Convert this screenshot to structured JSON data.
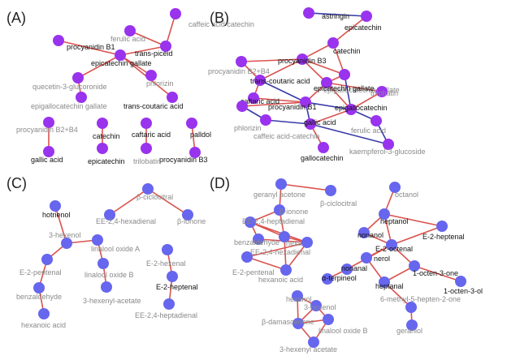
{
  "colors": {
    "purple_node": "#9933ee",
    "blue_node": "#6666ee",
    "red_edge": "#d9534f",
    "blue_edge": "#3a3aa8",
    "label_dark": "#111111",
    "label_gray": "#8a8a8a"
  },
  "panels": [
    {
      "label": "(A)",
      "node_color": "purple",
      "nodes": [
        {
          "id": "a1",
          "label": "caffeic acid catechin",
          "tone": "gray"
        },
        {
          "id": "a2",
          "label": "ferulic acid",
          "tone": "gray"
        },
        {
          "id": "a3",
          "label": "procyanidin B1",
          "tone": "dark"
        },
        {
          "id": "a4",
          "label": "trans-piceid",
          "tone": "dark"
        },
        {
          "id": "a5",
          "label": "epicatechin gallate",
          "tone": "dark"
        },
        {
          "id": "a6",
          "label": "quecetin-3-glucoronide",
          "tone": "gray"
        },
        {
          "id": "a7",
          "label": "phlorizin",
          "tone": "gray"
        },
        {
          "id": "a8",
          "label": "epigallocatechin gallate",
          "tone": "gray"
        },
        {
          "id": "a9",
          "label": "trans-coutaric acid",
          "tone": "dark"
        },
        {
          "id": "a10",
          "label": "procyanidin B2+B4",
          "tone": "gray"
        },
        {
          "id": "a11",
          "label": "gallic acid",
          "tone": "dark"
        },
        {
          "id": "a12",
          "label": "catechin",
          "tone": "dark"
        },
        {
          "id": "a13",
          "label": "epicatechin",
          "tone": "dark"
        },
        {
          "id": "a14",
          "label": "caftaric acid",
          "tone": "dark"
        },
        {
          "id": "a15",
          "label": "trilobatin",
          "tone": "gray"
        },
        {
          "id": "a16",
          "label": "palldol",
          "tone": "dark"
        },
        {
          "id": "a17",
          "label": "procyanidin B3",
          "tone": "dark"
        }
      ],
      "edges": [
        {
          "from": "a1",
          "to": "a4",
          "color": "red"
        },
        {
          "from": "a2",
          "to": "a4",
          "color": "red"
        },
        {
          "from": "a3",
          "to": "a5",
          "color": "red"
        },
        {
          "from": "a4",
          "to": "a5",
          "color": "red"
        },
        {
          "from": "a5",
          "to": "a6",
          "color": "red"
        },
        {
          "from": "a5",
          "to": "a7",
          "color": "red"
        },
        {
          "from": "a5",
          "to": "a9",
          "color": "red"
        },
        {
          "from": "a6",
          "to": "a8",
          "color": "red"
        },
        {
          "from": "a10",
          "to": "a11",
          "color": "red"
        },
        {
          "from": "a12",
          "to": "a13",
          "color": "red"
        },
        {
          "from": "a14",
          "to": "a15",
          "color": "red"
        },
        {
          "from": "a16",
          "to": "a17",
          "color": "red"
        }
      ]
    },
    {
      "label": "(B)",
      "node_color": "purple",
      "nodes": [
        {
          "id": "b1",
          "label": "astringin",
          "tone": "dark"
        },
        {
          "id": "b2",
          "label": "epicatechin",
          "tone": "dark"
        },
        {
          "id": "b3",
          "label": "catechin",
          "tone": "dark"
        },
        {
          "id": "b4",
          "label": "procyanidin B3",
          "tone": "dark"
        },
        {
          "id": "b5",
          "label": "procyanidin B2+B4",
          "tone": "gray"
        },
        {
          "id": "b6",
          "label": "epigallocatechin gallate",
          "tone": "gray"
        },
        {
          "id": "b7",
          "label": "trans-coutaric acid",
          "tone": "dark"
        },
        {
          "id": "b8",
          "label": "epicatechin gallate",
          "tone": "dark"
        },
        {
          "id": "b9",
          "label": "trilobatin",
          "tone": "gray"
        },
        {
          "id": "b10",
          "label": "caftaric acid",
          "tone": "dark"
        },
        {
          "id": "b11",
          "label": "procyanidin B1",
          "tone": "dark"
        },
        {
          "id": "b12",
          "label": "epigallocatechin",
          "tone": "dark"
        },
        {
          "id": "b13",
          "label": "phlorizin",
          "tone": "gray"
        },
        {
          "id": "b14",
          "label": "gallic acid",
          "tone": "dark"
        },
        {
          "id": "b15",
          "label": "ferulic acid",
          "tone": "gray"
        },
        {
          "id": "b16",
          "label": "caffeic acid-catechin",
          "tone": "gray"
        },
        {
          "id": "b17",
          "label": "kaempferol-3-glucoside",
          "tone": "gray"
        },
        {
          "id": "b18",
          "label": "gallocatechin",
          "tone": "dark"
        }
      ],
      "edges": [
        {
          "from": "b1",
          "to": "b2",
          "color": "blue"
        },
        {
          "from": "b2",
          "to": "b3",
          "color": "red"
        },
        {
          "from": "b3",
          "to": "b4",
          "color": "red"
        },
        {
          "from": "b3",
          "to": "b6",
          "color": "red"
        },
        {
          "from": "b4",
          "to": "b5",
          "color": "red"
        },
        {
          "from": "b4",
          "to": "b7",
          "color": "red"
        },
        {
          "from": "b4",
          "to": "b6",
          "color": "red"
        },
        {
          "from": "b4",
          "to": "b8",
          "color": "red"
        },
        {
          "from": "b5",
          "to": "b7",
          "color": "red"
        },
        {
          "from": "b7",
          "to": "b10",
          "color": "red"
        },
        {
          "from": "b7",
          "to": "b11",
          "color": "blue"
        },
        {
          "from": "b6",
          "to": "b8",
          "color": "red"
        },
        {
          "from": "b8",
          "to": "b11",
          "color": "red"
        },
        {
          "from": "b8",
          "to": "b12",
          "color": "red"
        },
        {
          "from": "b8",
          "to": "b9",
          "color": "red"
        },
        {
          "from": "b10",
          "to": "b11",
          "color": "red"
        },
        {
          "from": "b11",
          "to": "b14",
          "color": "blue"
        },
        {
          "from": "b11",
          "to": "b13",
          "color": "red"
        },
        {
          "from": "b11",
          "to": "b12",
          "color": "blue"
        },
        {
          "from": "b12",
          "to": "b15",
          "color": "blue"
        },
        {
          "from": "b12",
          "to": "b14",
          "color": "red"
        },
        {
          "from": "b13",
          "to": "b16",
          "color": "blue"
        },
        {
          "from": "b14",
          "to": "b16",
          "color": "blue"
        },
        {
          "from": "b14",
          "to": "b18",
          "color": "red"
        },
        {
          "from": "b14",
          "to": "b17",
          "color": "blue"
        },
        {
          "from": "b15",
          "to": "b17",
          "color": "blue"
        },
        {
          "from": "b9",
          "to": "b12",
          "color": "red"
        },
        {
          "from": "b6",
          "to": "b12",
          "color": "blue"
        }
      ]
    },
    {
      "label": "(C)",
      "node_color": "blue",
      "nodes": [
        {
          "id": "c1",
          "label": "hotrienol",
          "tone": "dark"
        },
        {
          "id": "c2",
          "label": "3-hexenol",
          "tone": "gray"
        },
        {
          "id": "c3",
          "label": "linalool oxide A",
          "tone": "gray"
        },
        {
          "id": "c4",
          "label": "E-2-pentenal",
          "tone": "gray"
        },
        {
          "id": "c5",
          "label": "linalool oxide B",
          "tone": "gray"
        },
        {
          "id": "c6",
          "label": "benzaldehyde",
          "tone": "gray"
        },
        {
          "id": "c7",
          "label": "3-hexenyl-acetate",
          "tone": "gray"
        },
        {
          "id": "c8",
          "label": "hexanoic acid",
          "tone": "gray"
        },
        {
          "id": "c9",
          "label": "β-ciclocitral",
          "tone": "gray"
        },
        {
          "id": "c10",
          "label": "EE-2,4-hexadienal",
          "tone": "gray"
        },
        {
          "id": "c11",
          "label": "β-ionone",
          "tone": "gray"
        },
        {
          "id": "c12",
          "label": "E-2-hexenal",
          "tone": "gray"
        },
        {
          "id": "c13",
          "label": "E-2-heptenal",
          "tone": "dark"
        },
        {
          "id": "c14",
          "label": "EE-2,4-heptadienal",
          "tone": "gray"
        }
      ],
      "edges": [
        {
          "from": "c1",
          "to": "c2",
          "color": "red"
        },
        {
          "from": "c2",
          "to": "c3",
          "color": "red"
        },
        {
          "from": "c2",
          "to": "c4",
          "color": "red"
        },
        {
          "from": "c3",
          "to": "c5",
          "color": "red"
        },
        {
          "from": "c4",
          "to": "c6",
          "color": "red"
        },
        {
          "from": "c5",
          "to": "c7",
          "color": "red"
        },
        {
          "from": "c6",
          "to": "c8",
          "color": "red"
        },
        {
          "from": "c9",
          "to": "c10",
          "color": "red"
        },
        {
          "from": "c9",
          "to": "c11",
          "color": "red"
        },
        {
          "from": "c12",
          "to": "c13",
          "color": "red"
        },
        {
          "from": "c13",
          "to": "c14",
          "color": "red"
        }
      ]
    },
    {
      "label": "(D)",
      "node_color": "blue",
      "nodes": [
        {
          "id": "d1",
          "label": "geranyl acetone",
          "tone": "gray"
        },
        {
          "id": "d2",
          "label": "β-ionone",
          "tone": "gray"
        },
        {
          "id": "d3",
          "label": "β-ciclocitral",
          "tone": "gray"
        },
        {
          "id": "d4",
          "label": "EE-2,4-heptadienal",
          "tone": "gray"
        },
        {
          "id": "d5",
          "label": "benzaldehyde",
          "tone": "gray"
        },
        {
          "id": "d6",
          "label": "hexanal",
          "tone": "gray"
        },
        {
          "id": "d7",
          "label": "EE-2,4-hexadienal",
          "tone": "gray"
        },
        {
          "id": "d8",
          "label": "E-2-pentenal",
          "tone": "gray"
        },
        {
          "id": "d9",
          "label": "hexanoic acid",
          "tone": "gray"
        },
        {
          "id": "d10",
          "label": "octanol",
          "tone": "gray"
        },
        {
          "id": "d11",
          "label": "heptanol",
          "tone": "dark"
        },
        {
          "id": "d12",
          "label": "nonanol",
          "tone": "dark"
        },
        {
          "id": "d13",
          "label": "E-2-heptenal",
          "tone": "dark"
        },
        {
          "id": "d14",
          "label": "E-2-octenal",
          "tone": "dark"
        },
        {
          "id": "d15",
          "label": "nerol",
          "tone": "dark"
        },
        {
          "id": "d16",
          "label": "nonanal",
          "tone": "dark"
        },
        {
          "id": "d17",
          "label": "1-octen-3-one",
          "tone": "dark"
        },
        {
          "id": "d18",
          "label": "α-terpineol",
          "tone": "dark"
        },
        {
          "id": "d19",
          "label": "heptanal",
          "tone": "dark"
        },
        {
          "id": "d20",
          "label": "1-octen-3-ol",
          "tone": "dark"
        },
        {
          "id": "d21",
          "label": "6-methyl-5-hepten-2-one",
          "tone": "gray"
        },
        {
          "id": "d22",
          "label": "geraniol",
          "tone": "gray"
        },
        {
          "id": "d23",
          "label": "hexanol",
          "tone": "gray"
        },
        {
          "id": "d24",
          "label": "3-hexenol",
          "tone": "gray"
        },
        {
          "id": "d25",
          "label": "β-damascenone",
          "tone": "gray"
        },
        {
          "id": "d26",
          "label": "linalool oxide B",
          "tone": "gray"
        },
        {
          "id": "d27",
          "label": "3-hexenyl acetate",
          "tone": "gray"
        }
      ],
      "edges": [
        {
          "from": "d1",
          "to": "d2",
          "color": "red"
        },
        {
          "from": "d1",
          "to": "d3",
          "color": "red"
        },
        {
          "from": "d2",
          "to": "d4",
          "color": "red"
        },
        {
          "from": "d2",
          "to": "d6",
          "color": "red"
        },
        {
          "from": "d4",
          "to": "d5",
          "color": "red"
        },
        {
          "from": "d4",
          "to": "d6",
          "color": "red"
        },
        {
          "from": "d4",
          "to": "d7",
          "color": "red"
        },
        {
          "from": "d5",
          "to": "d7",
          "color": "red"
        },
        {
          "from": "d6",
          "to": "d7",
          "color": "red"
        },
        {
          "from": "d6",
          "to": "d9",
          "color": "red"
        },
        {
          "from": "d7",
          "to": "d8",
          "color": "red"
        },
        {
          "from": "d7",
          "to": "d9",
          "color": "red"
        },
        {
          "from": "d8",
          "to": "d9",
          "color": "red"
        },
        {
          "from": "d10",
          "to": "d11",
          "color": "red"
        },
        {
          "from": "d11",
          "to": "d12",
          "color": "red"
        },
        {
          "from": "d11",
          "to": "d13",
          "color": "red"
        },
        {
          "from": "d11",
          "to": "d14",
          "color": "red"
        },
        {
          "from": "d12",
          "to": "d14",
          "color": "red"
        },
        {
          "from": "d13",
          "to": "d14",
          "color": "red"
        },
        {
          "from": "d14",
          "to": "d15",
          "color": "red"
        },
        {
          "from": "d14",
          "to": "d17",
          "color": "red"
        },
        {
          "from": "d14",
          "to": "d16",
          "color": "red"
        },
        {
          "from": "d16",
          "to": "d18",
          "color": "red"
        },
        {
          "from": "d15",
          "to": "d19",
          "color": "red"
        },
        {
          "from": "d17",
          "to": "d19",
          "color": "red"
        },
        {
          "from": "d17",
          "to": "d20",
          "color": "red"
        },
        {
          "from": "d19",
          "to": "d21",
          "color": "red"
        },
        {
          "from": "d21",
          "to": "d22",
          "color": "red"
        },
        {
          "from": "d23",
          "to": "d24",
          "color": "red"
        },
        {
          "from": "d23",
          "to": "d25",
          "color": "red"
        },
        {
          "from": "d24",
          "to": "d25",
          "color": "red"
        },
        {
          "from": "d24",
          "to": "d26",
          "color": "red"
        },
        {
          "from": "d25",
          "to": "d26",
          "color": "red"
        },
        {
          "from": "d25",
          "to": "d27",
          "color": "red"
        },
        {
          "from": "d26",
          "to": "d27",
          "color": "red"
        }
      ]
    }
  ]
}
